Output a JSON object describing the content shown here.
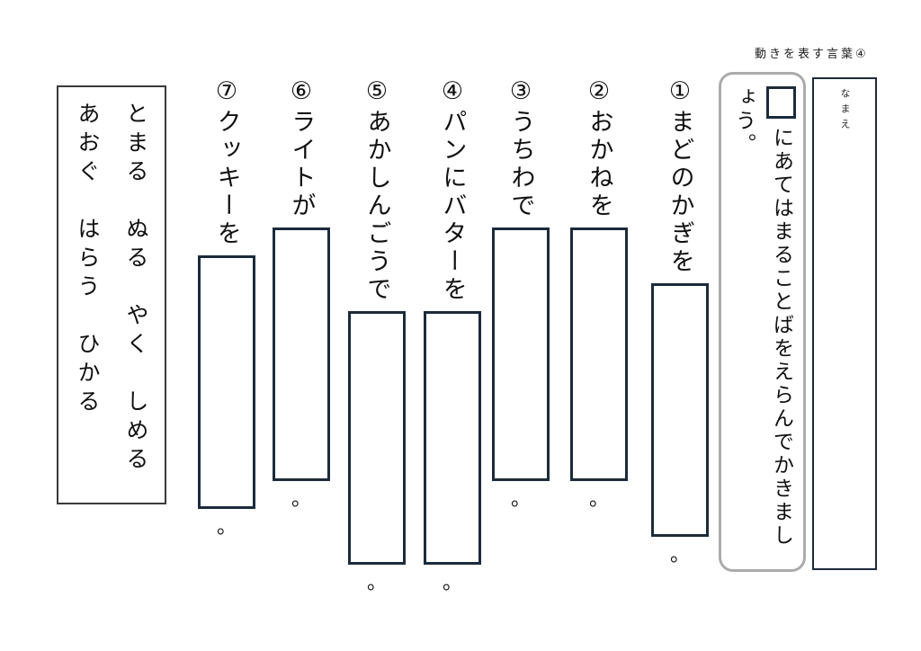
{
  "page": {
    "title": "動きを表す言葉④"
  },
  "name_box": {
    "label": "なまえ"
  },
  "instructions": {
    "text": "にあてはまることばをえらんでかきましょう。"
  },
  "items": [
    {
      "number": "①",
      "prompt": "まどのかぎを",
      "period": "。"
    },
    {
      "number": "②",
      "prompt": "おかねを",
      "period": "。"
    },
    {
      "number": "③",
      "prompt": "うちわで",
      "period": "。"
    },
    {
      "number": "④",
      "prompt": "パンにバターを",
      "period": "。"
    },
    {
      "number": "⑤",
      "prompt": "あかしんごうで",
      "period": "。"
    },
    {
      "number": "⑥",
      "prompt": "ライトが",
      "period": "。"
    },
    {
      "number": "⑦",
      "prompt": "クッキーを",
      "period": "。"
    }
  ],
  "word_bank": {
    "column1": "とまる　ぬる　やく　しめる",
    "column2": "あおぐ　はらう　ひかる"
  },
  "colors": {
    "line": "#1c2b3a",
    "frame_gray": "#ababab"
  }
}
